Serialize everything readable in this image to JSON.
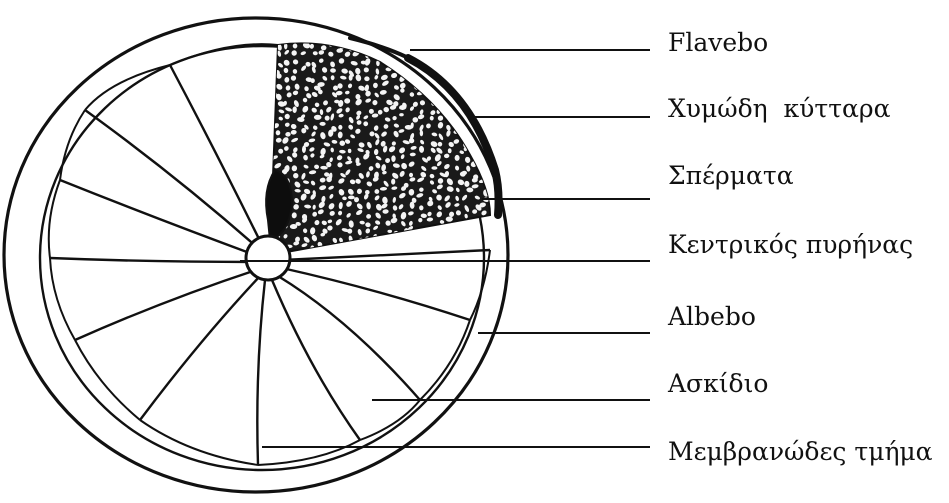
{
  "diagram": {
    "labels": [
      "Flavebo",
      "Χυμώδη  κύτταρα",
      "Σπέρματα",
      "Κεντρικός πυρήνας",
      "Albebo",
      "Ασκίδιο",
      "Μεμβρανώδες τμήμα"
    ],
    "colors": {
      "ink": "#111111",
      "background": "#ffffff",
      "cells_fill": "#1a1a1a",
      "cell_holes": "#f4f4f4"
    }
  }
}
